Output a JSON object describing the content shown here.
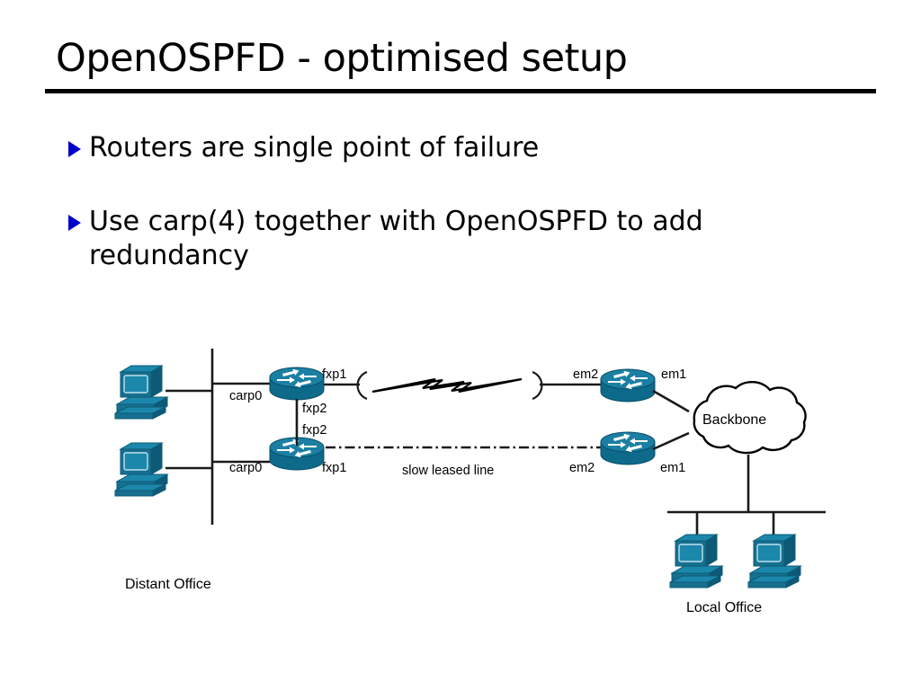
{
  "slide": {
    "title": "OpenOSPFD - optimised setup",
    "bullets": [
      "Routers are single point of failure",
      "Use carp(4) together with OpenOSPFD to add redundancy"
    ]
  },
  "diagram": {
    "labels": {
      "carp0_top": "carp0",
      "carp0_bottom": "carp0",
      "fxp1_top": "fxp1",
      "fxp2_top": "fxp2",
      "fxp2_bottom": "fxp2",
      "fxp1_bottom": "fxp1",
      "slow_leased_line": "slow leased line",
      "em2_top": "em2",
      "em1_top": "em1",
      "em2_bottom": "em2",
      "em1_bottom": "em1",
      "backbone": "Backbone",
      "distant_office": "Distant Office",
      "local_office": "Local Office"
    },
    "nodes": {
      "routers": [
        "router-distant-top",
        "router-distant-bottom",
        "router-local-top",
        "router-local-bottom"
      ],
      "workstations": [
        "pc-distant-top",
        "pc-distant-bottom",
        "pc-local-left",
        "pc-local-right"
      ],
      "cloud": "backbone-cloud",
      "links": [
        "wan-serial-link",
        "leased-line-link"
      ]
    },
    "colors": {
      "device_body": "#16708f",
      "device_top": "#1b87ab",
      "device_dark": "#0d5a77",
      "line": "#1a1a1a",
      "bullet_marker": "#0000cc"
    }
  }
}
